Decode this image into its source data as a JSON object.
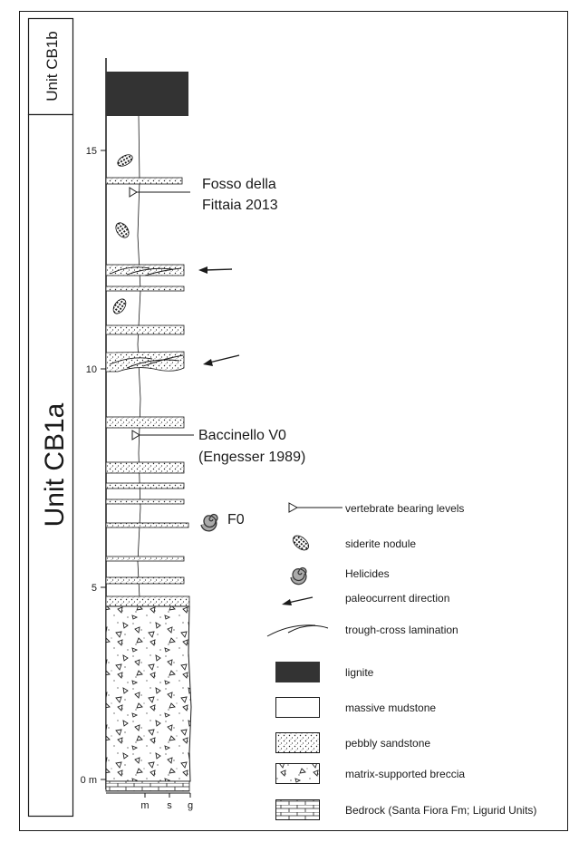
{
  "units": {
    "upper": "Unit CB1b",
    "lower": "Unit CB1a"
  },
  "depth_axis": {
    "ticks": [
      "0 m",
      "5",
      "10",
      "15"
    ]
  },
  "grain_axis": {
    "ticks": [
      "m",
      "s",
      "g"
    ]
  },
  "annotations": {
    "fosso_line1": "Fosso della",
    "fosso_line2": "Fittaia 2013",
    "baccinello_line1": "Baccinello V0",
    "baccinello_line2": "(Engesser 1989)",
    "f0": "F0"
  },
  "legend": {
    "vertebrate": "vertebrate bearing levels",
    "siderite": "siderite nodule",
    "helicides": "Helicides",
    "paleocurrent": "paleocurrent direction",
    "trough": "trough-cross lamination",
    "lignite": "lignite",
    "mudstone": "massive mudstone",
    "sandstone": "pebbly sandstone",
    "breccia": "matrix-supported breccia",
    "bedrock": "Bedrock (Santa Fiora Fm; Ligurid Units)"
  },
  "colors": {
    "ink": "#1a1a1a",
    "lignite": "#333333",
    "paper": "#ffffff"
  }
}
